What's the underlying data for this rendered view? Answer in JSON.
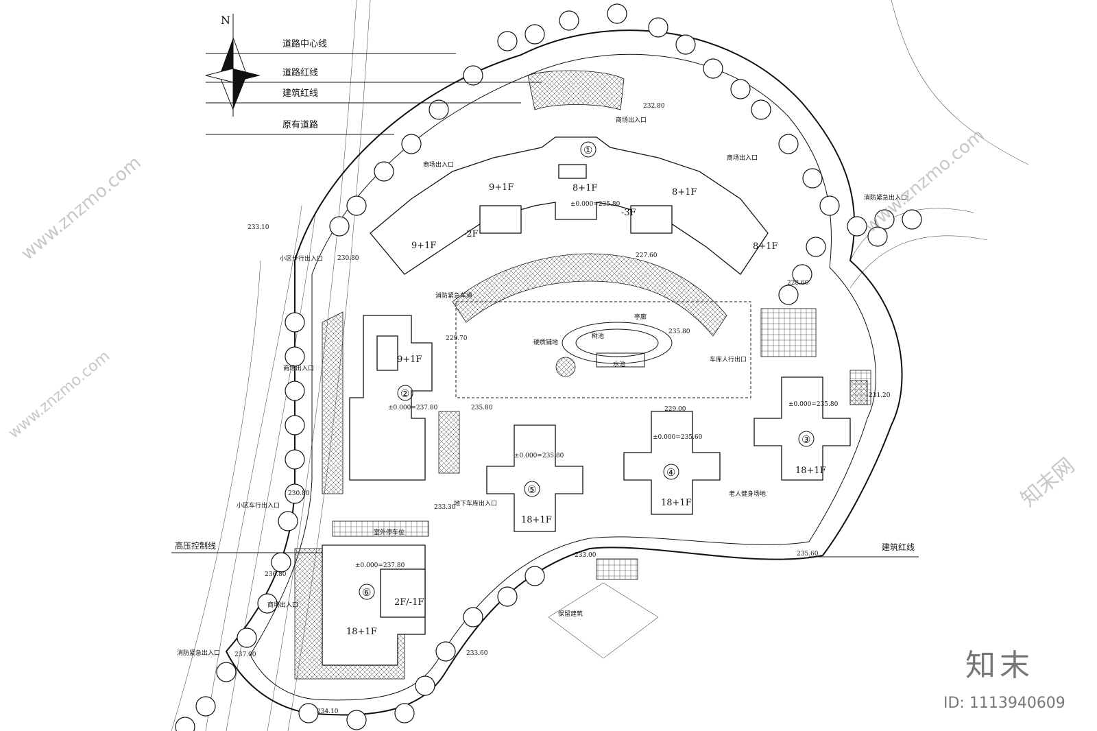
{
  "north": "N",
  "legend": {
    "road_centerline": "道路中心线",
    "road_redline": "道路红线",
    "building_redline": "建筑红线",
    "existing_road": "原有道路"
  },
  "buildings": [
    {
      "num": "①",
      "floors": [
        "9+1F",
        "8+1F",
        "8+1F",
        "9+1F",
        "8+1F",
        "-2F",
        "-3F"
      ],
      "elev": "±0.000=235.80"
    },
    {
      "num": "②",
      "floors": [
        "9+1F"
      ],
      "elev": "±0.000=237.80"
    },
    {
      "num": "③",
      "floors": [
        "18+1F"
      ],
      "elev": "±0.000=235.80"
    },
    {
      "num": "④",
      "floors": [
        "18+1F"
      ],
      "elev": "±0.000=235.60"
    },
    {
      "num": "⑤",
      "floors": [
        "18+1F"
      ],
      "elev": "±0.000=235.80"
    },
    {
      "num": "⑥",
      "floors": [
        "18+1F",
        "2F/-1F"
      ],
      "elev": "±0.000=237.80"
    }
  ],
  "labels": {
    "mall_entry_top": "商场出入口",
    "mall_entry_right": "商场出入口",
    "mall_entry_left": "商场出入口",
    "mall_entry_upper_left": "商场出入口",
    "mall_entry_bottom": "商场出入口",
    "fire_entry_right": "消防紧急出入口",
    "fire_entry_bottom": "消防紧急出入口",
    "ped_entry": "小区步行出入口",
    "car_entry": "小区车行出入口",
    "fire_lane": "消防紧急车道",
    "hardscape": "硬质铺地",
    "pool": "水池",
    "tree_pool": "树池",
    "pavilion": "亭廊",
    "ped_gate": "车库人行出口",
    "basement_entry": "地下车库出入口",
    "outdoor_parking": "室外停车位",
    "fitness": "老人健身场地",
    "hv_line": "高压控制线",
    "building_redline_right": "建筑红线",
    "reserved": "保留建筑"
  },
  "elevations": [
    "233.10",
    "230.80",
    "232.80",
    "229.70",
    "228.60",
    "235.80",
    "235.80",
    "231.20",
    "230.80",
    "233.30",
    "233.00",
    "235.60",
    "236.80",
    "237.00",
    "234.10",
    "233.60",
    "227.60",
    "229.00"
  ],
  "watermark": {
    "site": "www.znzmo.com",
    "brand_cn": "知末网",
    "logo": "知末",
    "id": "ID: 1113940609"
  }
}
